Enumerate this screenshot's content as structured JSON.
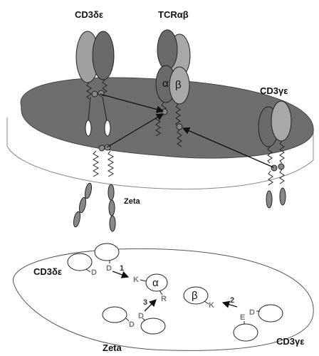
{
  "top": {
    "cd3de_label": "CD3δε",
    "tcrab_label": "TCRαβ",
    "cd3ge_label": "CD3γε",
    "zeta_label": "Zeta",
    "alpha_symbol": "α",
    "beta_symbol": "β"
  },
  "bottom": {
    "cd3de_label": "CD3δε",
    "cd3ge_label": "CD3γε",
    "zeta_label": "Zeta",
    "alpha_symbol": "α",
    "beta_symbol": "β",
    "residues": {
      "d1": "D",
      "d2": "D",
      "k_alpha": "K",
      "r_alpha": "R",
      "d_zeta1": "D",
      "d_zeta2": "D",
      "k_beta": "K",
      "e_ge": "E",
      "d_ge": "D"
    },
    "arrows": {
      "one": "1",
      "two": "2",
      "three": "3"
    }
  },
  "colors": {
    "membrane_top": "#6e6e6e",
    "domain_dark": "#6a6a6a",
    "domain_light": "#a8a8a8",
    "line": "#222222"
  }
}
